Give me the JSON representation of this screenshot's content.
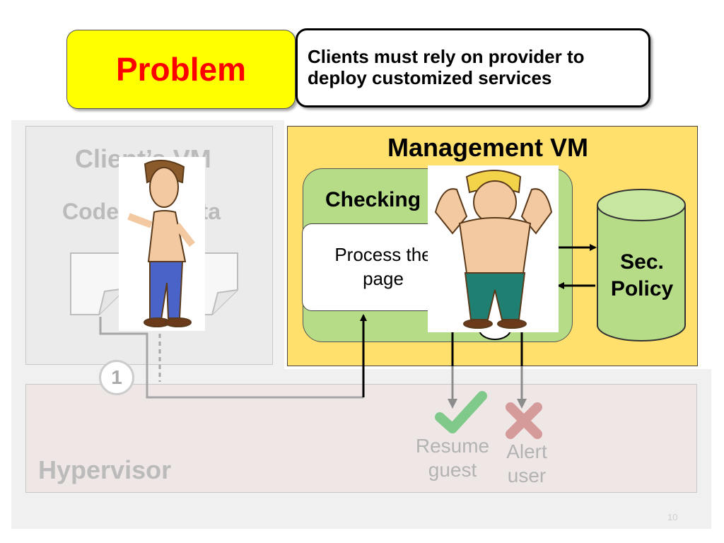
{
  "problem": {
    "label": "Problem"
  },
  "statement": {
    "line1": "Clients must rely on provider to",
    "line2": "deploy customized services"
  },
  "client_vm": {
    "title": "Client’s VM",
    "subtitle": "Code and Data"
  },
  "management_vm": {
    "title": "Management VM",
    "checking": {
      "title": "Checking",
      "process_line1": "Process the",
      "process_line2": "page"
    },
    "policy": {
      "line1": "Sec.",
      "line2": "Policy"
    }
  },
  "hypervisor": {
    "label": "Hypervisor",
    "resume": {
      "line1": "Resume",
      "line2": "guest"
    },
    "alert": {
      "line1": "Alert",
      "line2": "user"
    }
  },
  "step_badge": "1",
  "page_number": "10",
  "colors": {
    "problem_bg": "#ffff00",
    "problem_text": "#ff0000",
    "mgmt_bg": "#ffe06d",
    "checking_bg": "#b6dc88",
    "check_mark": "#7fc98a",
    "cross_mark": "#d59b9b"
  },
  "icons": {
    "resume": "check-icon",
    "alert": "cross-icon"
  }
}
